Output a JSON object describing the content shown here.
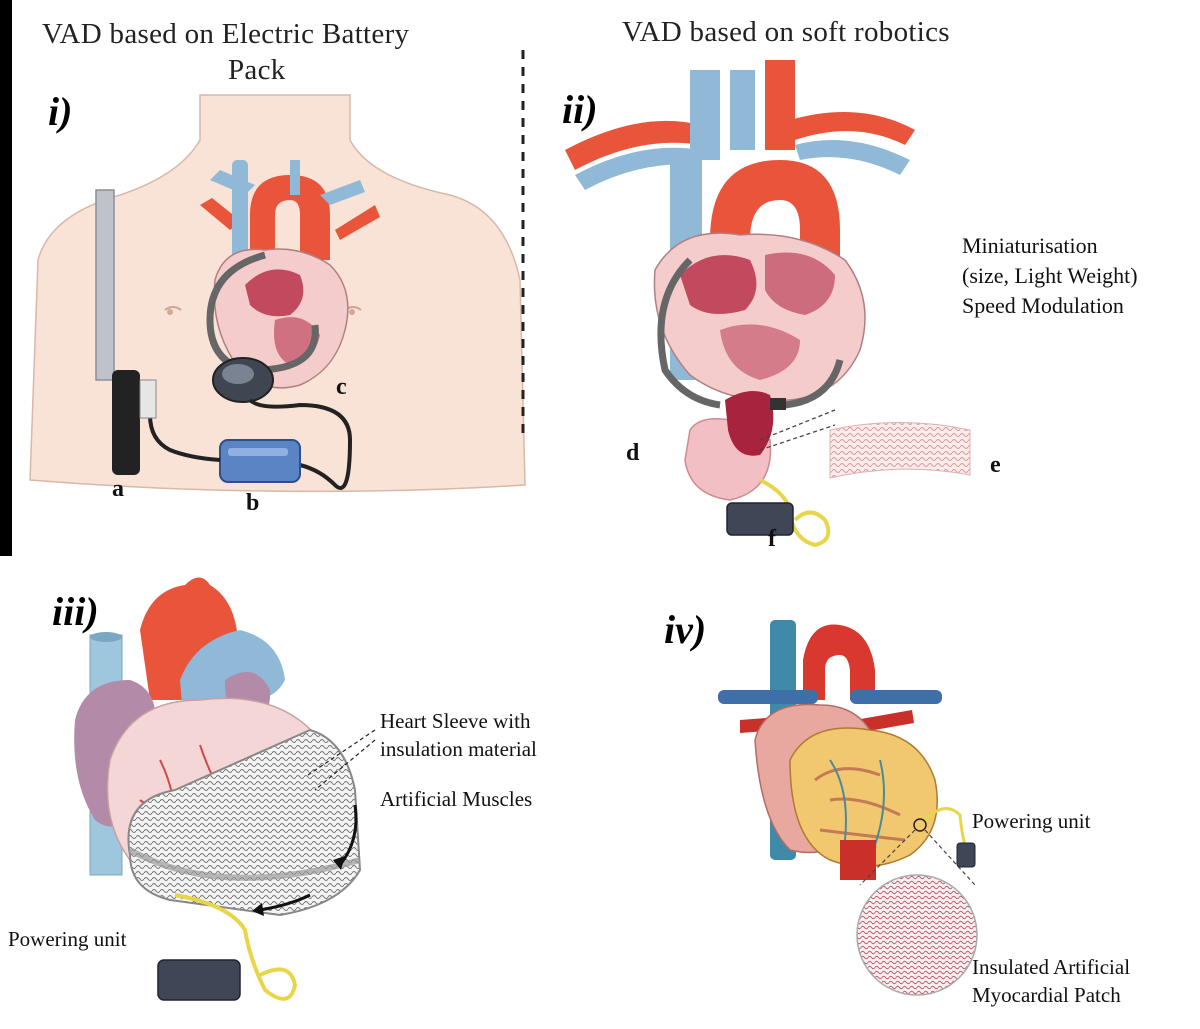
{
  "panel_i": {
    "title_line1": "VAD based on Electric Battery",
    "title_line2": "Pack",
    "number": "i)",
    "labels": {
      "a": "a",
      "b": "b",
      "c": "c"
    }
  },
  "panel_ii": {
    "title": "VAD based on soft robotics",
    "number": "ii)",
    "features": [
      "Miniaturisation",
      "(size, Light Weight)",
      "Speed Modulation"
    ],
    "labels": {
      "d": "d",
      "e": "e",
      "f": "f"
    }
  },
  "panel_iii": {
    "number": "iii)",
    "sleeve_line1": "Heart Sleeve with",
    "sleeve_line2": "insulation material",
    "muscles": "Artificial Muscles",
    "powering": "Powering unit"
  },
  "panel_iv": {
    "number": "iv)",
    "powering": "Powering unit",
    "patch_line1": "Insulated Artificial",
    "patch_line2": "Myocardial Patch"
  },
  "colors": {
    "aorta_red": "#e8553a",
    "vein_blue": "#8fb9d6",
    "heart_pink": "#f2c9c9",
    "muscle_red": "#b8324a",
    "device_blue": "#5b84c4",
    "wire_yellow": "#e8d64a",
    "skin": "#f9e0d4"
  }
}
